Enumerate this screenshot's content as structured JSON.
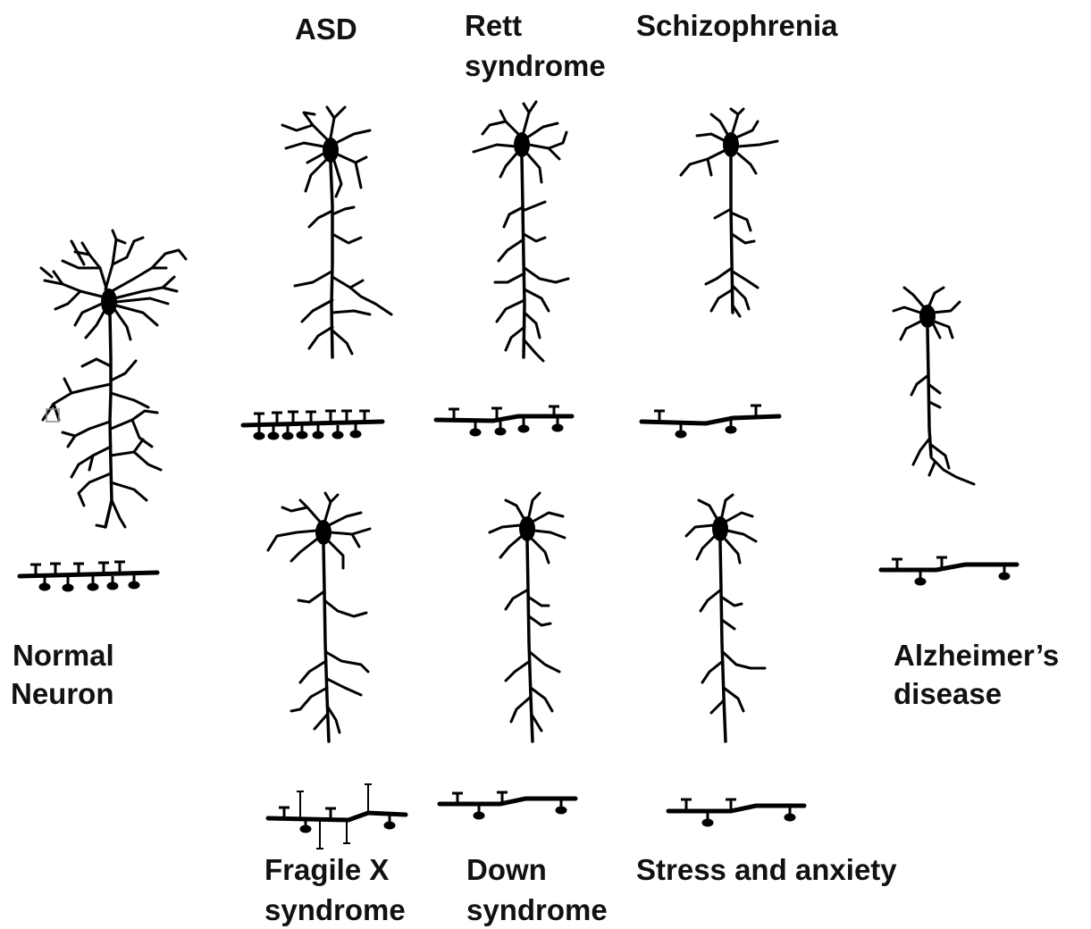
{
  "panels": {
    "normal": {
      "label_line1": "Normal",
      "label_line2": "Neuron"
    },
    "asd": {
      "label_line1": "ASD"
    },
    "rett": {
      "label_line1": "Rett",
      "label_line2": "syndrome"
    },
    "schizophrenia": {
      "label_line1": "Schizophrenia"
    },
    "alzheimers": {
      "label_line1": "Alzheimer’s",
      "label_line2": "disease"
    },
    "fragile_x": {
      "label_line1": "Fragile X",
      "label_line2": "syndrome"
    },
    "down": {
      "label_line1": "Down",
      "label_line2": "syndrome"
    },
    "stress": {
      "label_line1": "Stress and anxiety"
    }
  },
  "colors": {
    "ink": "#000000",
    "label": "#111111",
    "background": "#ffffff"
  }
}
